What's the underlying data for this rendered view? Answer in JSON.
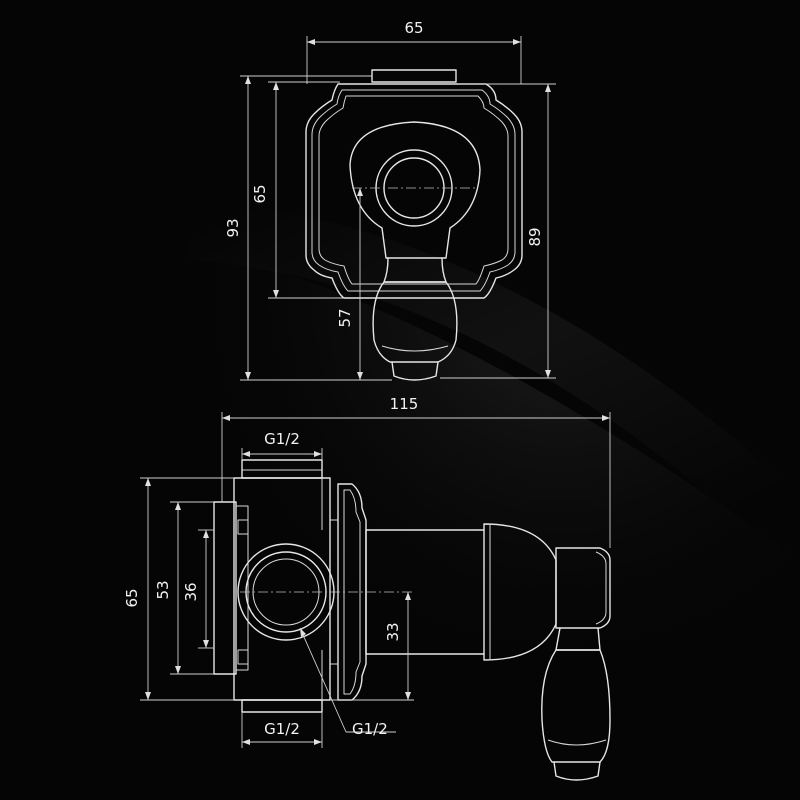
{
  "front_view": {
    "width": "65",
    "height_total": "93",
    "height_plate": "65",
    "height_right": "89",
    "handle_offset": "57"
  },
  "side_view": {
    "length_total": "115",
    "thread_top": "G1/2",
    "thread_bottom": "G1/2",
    "thread_outlet": "G1/2",
    "height_total": "65",
    "height_inner": "53",
    "height_port": "36",
    "center_offset": "33"
  },
  "colors": {
    "background": "#050505",
    "line": "#e6e6e6"
  }
}
